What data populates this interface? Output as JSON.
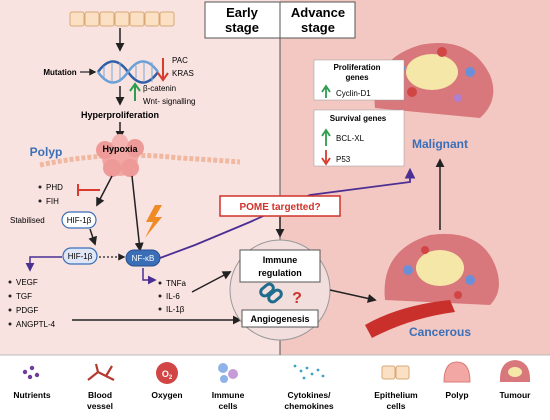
{
  "stages": {
    "early": "Early\nstage",
    "advance": "Advance\nstage"
  },
  "left": {
    "mutation": "Mutation",
    "down_items": [
      "PAC",
      "KRAS"
    ],
    "up_items": [
      "β-catenin",
      "Wnt- signalling"
    ],
    "hyperproliferation": "Hyperproliferation",
    "polyp": "Polyp",
    "hypoxia": "Hypoxia",
    "phd_fih": [
      "PHD",
      "FIH"
    ],
    "stabilised": "Stabilised",
    "hif_top": "HIF-1β",
    "hif_bottom": "HIF-1β",
    "nfkb": "NF-κB",
    "cytokines": [
      "TNFa",
      "IL-6",
      "IL-1β"
    ],
    "growth_factors": [
      "VEGF",
      "TGF",
      "PDGF",
      "ANGPTL-4"
    ]
  },
  "center": {
    "pome": "POME targetted?",
    "immune_regulation": "Immune\nregulation",
    "question": "?",
    "angiogenesis": "Angiogenesis"
  },
  "right": {
    "proliferation_title": "Proliferation\ngenes",
    "cyclin": "Cyclin-D1",
    "survival_title": "Survival genes",
    "bclxl": "BCL-XL",
    "p53": "P53",
    "malignant": "Malignant",
    "cancerous": "Cancerous"
  },
  "legend": [
    {
      "label": "Nutrients",
      "icon": "nutrients-icon"
    },
    {
      "label": "Blood\nvessel",
      "icon": "blood-vessel-icon"
    },
    {
      "label": "Oxygen",
      "icon": "oxygen-icon",
      "symbol": "O2"
    },
    {
      "label": "Immune\ncells",
      "icon": "immune-cells-icon"
    },
    {
      "label": "Cytokines/\nchemokines",
      "icon": "cytokines-icon"
    },
    {
      "label": "Epithelium\ncells",
      "icon": "epithelium-cells-icon"
    },
    {
      "label": "Polyp",
      "icon": "polyp-icon"
    },
    {
      "label": "Tumour",
      "icon": "tumour-icon"
    }
  ],
  "colors": {
    "left_bg": "#f9e3e1",
    "right_bg": "#f3c8c2",
    "blue": "#3a6fb8",
    "up": "#2e9c4f",
    "down": "#d83a2e",
    "pome": "#d0322b",
    "purple": "#4b2f93"
  }
}
